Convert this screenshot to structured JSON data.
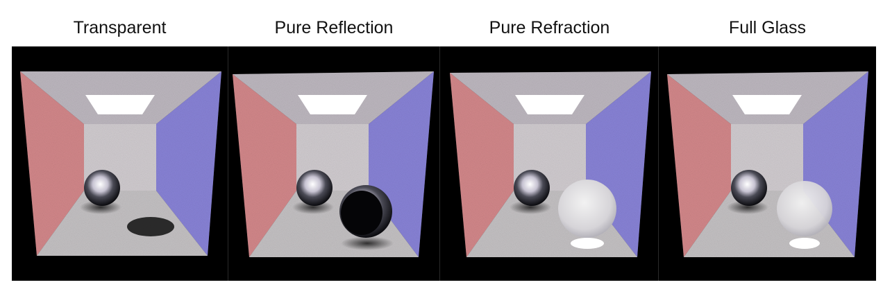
{
  "panels": [
    {
      "title": "Transparent",
      "sphere": "transparent"
    },
    {
      "title": "Pure Reflection",
      "sphere": "mirror"
    },
    {
      "title": "Pure Refraction",
      "sphere": "refraction"
    },
    {
      "title": "Full Glass",
      "sphere": "glass"
    }
  ],
  "colors": {
    "left_wall": "#d88b8e",
    "right_wall": "#8c86dc",
    "back_wall": "#d6d1d5",
    "ceiling": "#c2bcc4",
    "floor": "#c9c6c8",
    "light": "#ffffff",
    "background": "#000000"
  }
}
